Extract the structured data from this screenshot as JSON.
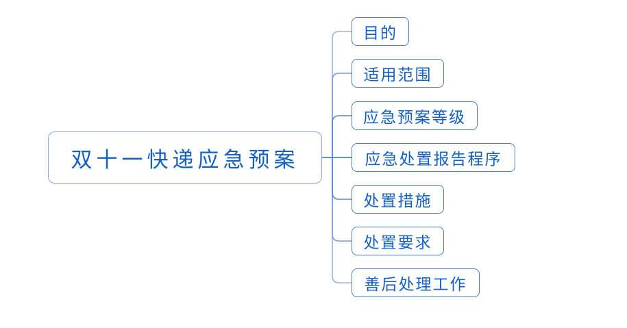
{
  "diagram": {
    "type": "mindmap",
    "title": "双十一快递应急预案"
  },
  "root": {
    "label": "双十一快递应急预案"
  },
  "children": [
    {
      "label": "目的"
    },
    {
      "label": "适用范围"
    },
    {
      "label": "应急预案等级"
    },
    {
      "label": "应急处置报告程序"
    },
    {
      "label": "处置措施"
    },
    {
      "label": "处置要求"
    },
    {
      "label": "善后处理工作"
    }
  ],
  "colors": {
    "background": "#ffffff",
    "node_text": "#1460c2",
    "root_border": "#8aa8d6",
    "child_border": "#4d7dc2",
    "connector_lightest": "#9cb4e0",
    "connector_light": "#7b9bd2",
    "connector_medium": "#5b83c6",
    "connector_dark": "#2e6fba"
  }
}
